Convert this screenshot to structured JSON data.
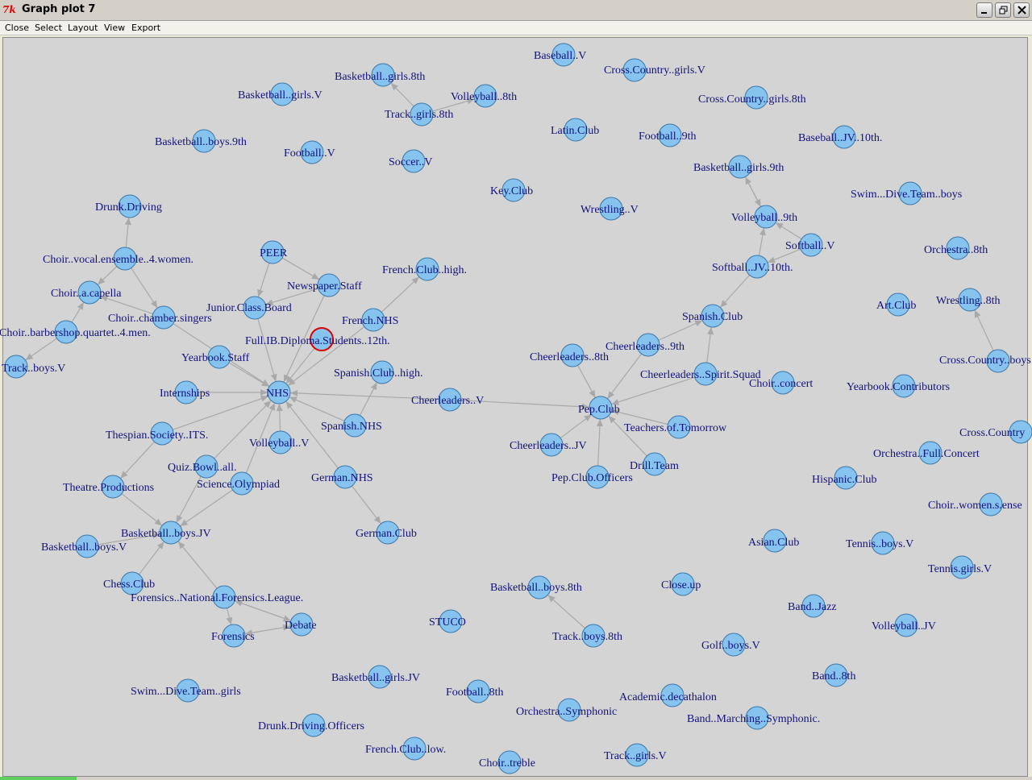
{
  "window": {
    "title": "Graph plot 7",
    "app_icon": "tk-feather-icon",
    "controls": [
      "minimize-icon",
      "maximize-icon",
      "close-icon"
    ]
  },
  "menu": [
    "Close",
    "Select",
    "Layout",
    "View",
    "Export"
  ],
  "colors": {
    "node_fill": "#86c3ef",
    "node_stroke": "#3e78a8",
    "edge": "#a9a9a9",
    "label": "#12127a",
    "selected_ring": "#e00000",
    "background": "#d4d4d4"
  },
  "nodes": [
    {
      "id": "baseball_v",
      "label": "Baseball..V"
    },
    {
      "id": "xc_girls_v",
      "label": "Cross.Country..girls.V"
    },
    {
      "id": "bb_girls_8",
      "label": "Basketball..girls.8th"
    },
    {
      "id": "vb_8",
      "label": "Volleyball..8th"
    },
    {
      "id": "track_girls_8",
      "label": "Track..girls.8th"
    },
    {
      "id": "bb_girls_v",
      "label": "Basketball..girls.V"
    },
    {
      "id": "xc_girls_8",
      "label": "Cross.Country..girls.8th"
    },
    {
      "id": "latin",
      "label": "Latin.Club"
    },
    {
      "id": "fb_9",
      "label": "Football..9th"
    },
    {
      "id": "baseball_jv",
      "label": "Baseball..JV..10th."
    },
    {
      "id": "bb_boys_9",
      "label": "Basketball..boys.9th"
    },
    {
      "id": "fb_v",
      "label": "Football..V"
    },
    {
      "id": "soccer_v",
      "label": "Soccer..V"
    },
    {
      "id": "bb_girls_9",
      "label": "Basketball..girls.9th"
    },
    {
      "id": "key",
      "label": "Key.Club"
    },
    {
      "id": "swim_boys",
      "label": "Swim...Dive.Team..boys"
    },
    {
      "id": "drunk",
      "label": "Drunk.Driving"
    },
    {
      "id": "wrestling_v",
      "label": "Wrestling..V"
    },
    {
      "id": "vb_9",
      "label": "Volleyball..9th"
    },
    {
      "id": "softball_v",
      "label": "Softball..V"
    },
    {
      "id": "orch_8",
      "label": "Orchestra..8th"
    },
    {
      "id": "peer",
      "label": "PEER"
    },
    {
      "id": "choir_vocal",
      "label": "Choir..vocal.ensemble..4.women."
    },
    {
      "id": "french_high",
      "label": "French.Club..high."
    },
    {
      "id": "softball_jv",
      "label": "Softball..JV..10th."
    },
    {
      "id": "newspaper",
      "label": "Newspaper.Staff"
    },
    {
      "id": "choir_acap",
      "label": "Choir..a.capella"
    },
    {
      "id": "art",
      "label": "Art.Club"
    },
    {
      "id": "wrestling_8",
      "label": "Wrestling..8th"
    },
    {
      "id": "jcb",
      "label": "Junior.Class.Board"
    },
    {
      "id": "spanish_club",
      "label": "Spanish.Club"
    },
    {
      "id": "choir_chamber",
      "label": "Choir..chamber.singers"
    },
    {
      "id": "french_nhs",
      "label": "French.NHS"
    },
    {
      "id": "barbershop",
      "label": "Choir..barbershop.quartet..4.men."
    },
    {
      "id": "ib",
      "label": "Full.IB.Diploma.Students..12th."
    },
    {
      "id": "cheer_9",
      "label": "Cheerleaders..9th"
    },
    {
      "id": "yearbook",
      "label": "Yearbook.Staff"
    },
    {
      "id": "cheer_8",
      "label": "Cheerleaders..8th"
    },
    {
      "id": "xc_boys",
      "label": "Cross.Country..boys"
    },
    {
      "id": "xc_boys_v",
      "label": "Track..boys.V"
    },
    {
      "id": "spanish_high",
      "label": "Spanish.Club..high."
    },
    {
      "id": "cheer_spirit",
      "label": "Cheerleaders..Spirit.Squad"
    },
    {
      "id": "choir_concert",
      "label": "Choir..concert"
    },
    {
      "id": "yb_contrib",
      "label": "Yearbook.Contributors"
    },
    {
      "id": "internships",
      "label": "Internships"
    },
    {
      "id": "nhs",
      "label": "NHS"
    },
    {
      "id": "cheer_v",
      "label": "Cheerleaders..V"
    },
    {
      "id": "pep",
      "label": "Pep.Club"
    },
    {
      "id": "spanish_nhs",
      "label": "Spanish.NHS"
    },
    {
      "id": "thespian",
      "label": "Thespian.Society..ITS."
    },
    {
      "id": "teachers",
      "label": "Teachers.of.Tomorrow"
    },
    {
      "id": "xc_country",
      "label": "Cross.Country"
    },
    {
      "id": "vb_v",
      "label": "Volleyball..V"
    },
    {
      "id": "cheer_jv",
      "label": "Cheerleaders..JV"
    },
    {
      "id": "orch_full",
      "label": "Orchestra..Full.Concert"
    },
    {
      "id": "quiz",
      "label": "Quiz.Bowl..all."
    },
    {
      "id": "drill",
      "label": "Drill.Team"
    },
    {
      "id": "theatre",
      "label": "Theatre.Productions"
    },
    {
      "id": "science",
      "label": "Science.Olympiad"
    },
    {
      "id": "german_nhs",
      "label": "German.NHS"
    },
    {
      "id": "pep_officers",
      "label": "Pep.Club.Officers"
    },
    {
      "id": "hispanic",
      "label": "Hispanic.Club"
    },
    {
      "id": "choir_women",
      "label": "Choir..women.s.ense"
    },
    {
      "id": "bb_boys_jv",
      "label": "Basketball..boys.JV"
    },
    {
      "id": "german",
      "label": "German.Club"
    },
    {
      "id": "asian",
      "label": "Asian.Club"
    },
    {
      "id": "tennis_boys",
      "label": "Tennis..boys.V"
    },
    {
      "id": "bb_boys_v",
      "label": "Basketball..boys.V"
    },
    {
      "id": "tennis_girls",
      "label": "Tennis.girls.V"
    },
    {
      "id": "chess",
      "label": "Chess.Club"
    },
    {
      "id": "forensics_nfl",
      "label": "Forensics..National.Forensics.League."
    },
    {
      "id": "bb_boys_8",
      "label": "Basketball..boys.8th"
    },
    {
      "id": "closeup",
      "label": "Close.up"
    },
    {
      "id": "band_jazz",
      "label": "Band..Jazz"
    },
    {
      "id": "stuco",
      "label": "STUCO"
    },
    {
      "id": "debate",
      "label": "Debate"
    },
    {
      "id": "vb_jv",
      "label": "Volleyball..JV"
    },
    {
      "id": "forensics",
      "label": "Forensics"
    },
    {
      "id": "track_boys_8",
      "label": "Track..boys.8th"
    },
    {
      "id": "golf",
      "label": "Golf..boys.V"
    },
    {
      "id": "band_8",
      "label": "Band..8th"
    },
    {
      "id": "bb_girls_jv",
      "label": "Basketball..girls.JV"
    },
    {
      "id": "fb_8",
      "label": "Football..8th"
    },
    {
      "id": "acad",
      "label": "Academic.decathalon"
    },
    {
      "id": "swim_girls",
      "label": "Swim...Dive.Team..girls"
    },
    {
      "id": "orch_symph",
      "label": "Orchestra..Symphonic"
    },
    {
      "id": "band_march",
      "label": "Band..Marching..Symphonic."
    },
    {
      "id": "drunk_off",
      "label": "Drunk.Driving.Officers"
    },
    {
      "id": "french_low",
      "label": "French.Club..low."
    },
    {
      "id": "track_girls_v",
      "label": "Track..girls.V"
    },
    {
      "id": "choir_treble",
      "label": "Choir..treble"
    }
  ],
  "selected_node": "ib",
  "edges": [
    [
      "track_girls_8",
      "bb_girls_8"
    ],
    [
      "track_girls_8",
      "vb_8"
    ],
    [
      "bb_girls_9",
      "vb_9"
    ],
    [
      "vb_9",
      "bb_girls_9"
    ],
    [
      "softball_v",
      "vb_9"
    ],
    [
      "softball_jv",
      "vb_9"
    ],
    [
      "softball_v",
      "softball_jv"
    ],
    [
      "softball_jv",
      "spanish_club"
    ],
    [
      "choir_vocal",
      "drunk"
    ],
    [
      "choir_vocal",
      "choir_acap"
    ],
    [
      "choir_vocal",
      "choir_chamber"
    ],
    [
      "choir_chamber",
      "choir_acap"
    ],
    [
      "barbershop",
      "choir_acap"
    ],
    [
      "barbershop",
      "xc_boys_v"
    ],
    [
      "peer",
      "newspaper"
    ],
    [
      "peer",
      "jcb"
    ],
    [
      "newspaper",
      "jcb"
    ],
    [
      "newspaper",
      "nhs"
    ],
    [
      "french_nhs",
      "french_high"
    ],
    [
      "french_nhs",
      "nhs"
    ],
    [
      "choir_chamber",
      "nhs"
    ],
    [
      "jcb",
      "nhs"
    ],
    [
      "yearbook",
      "nhs"
    ],
    [
      "ib",
      "nhs"
    ],
    [
      "internships",
      "nhs"
    ],
    [
      "cheer_v",
      "nhs"
    ],
    [
      "spanish_nhs",
      "nhs"
    ],
    [
      "spanish_nhs",
      "spanish_high"
    ],
    [
      "thespian",
      "nhs"
    ],
    [
      "vb_v",
      "nhs"
    ],
    [
      "quiz",
      "nhs"
    ],
    [
      "science",
      "nhs"
    ],
    [
      "german_nhs",
      "nhs"
    ],
    [
      "german_nhs",
      "german"
    ],
    [
      "thespian",
      "theatre"
    ],
    [
      "theatre",
      "bb_boys_jv"
    ],
    [
      "quiz",
      "bb_boys_jv"
    ],
    [
      "science",
      "bb_boys_jv"
    ],
    [
      "chess",
      "bb_boys_jv"
    ],
    [
      "forensics_nfl",
      "bb_boys_jv"
    ],
    [
      "bb_boys_v",
      "bb_boys_jv"
    ],
    [
      "forensics_nfl",
      "debate"
    ],
    [
      "debate",
      "forensics_nfl"
    ],
    [
      "debate",
      "forensics"
    ],
    [
      "forensics",
      "debate"
    ],
    [
      "forensics_nfl",
      "forensics"
    ],
    [
      "cheer_9",
      "spanish_club"
    ],
    [
      "cheer_spirit",
      "spanish_club"
    ],
    [
      "cheer_9",
      "pep"
    ],
    [
      "cheer_8",
      "pep"
    ],
    [
      "cheer_spirit",
      "pep"
    ],
    [
      "cheer_v",
      "pep"
    ],
    [
      "cheer_jv",
      "pep"
    ],
    [
      "teachers",
      "pep"
    ],
    [
      "drill",
      "pep"
    ],
    [
      "pep_officers",
      "pep"
    ],
    [
      "xc_boys",
      "wrestling_8"
    ],
    [
      "track_boys_8",
      "bb_boys_8"
    ]
  ]
}
